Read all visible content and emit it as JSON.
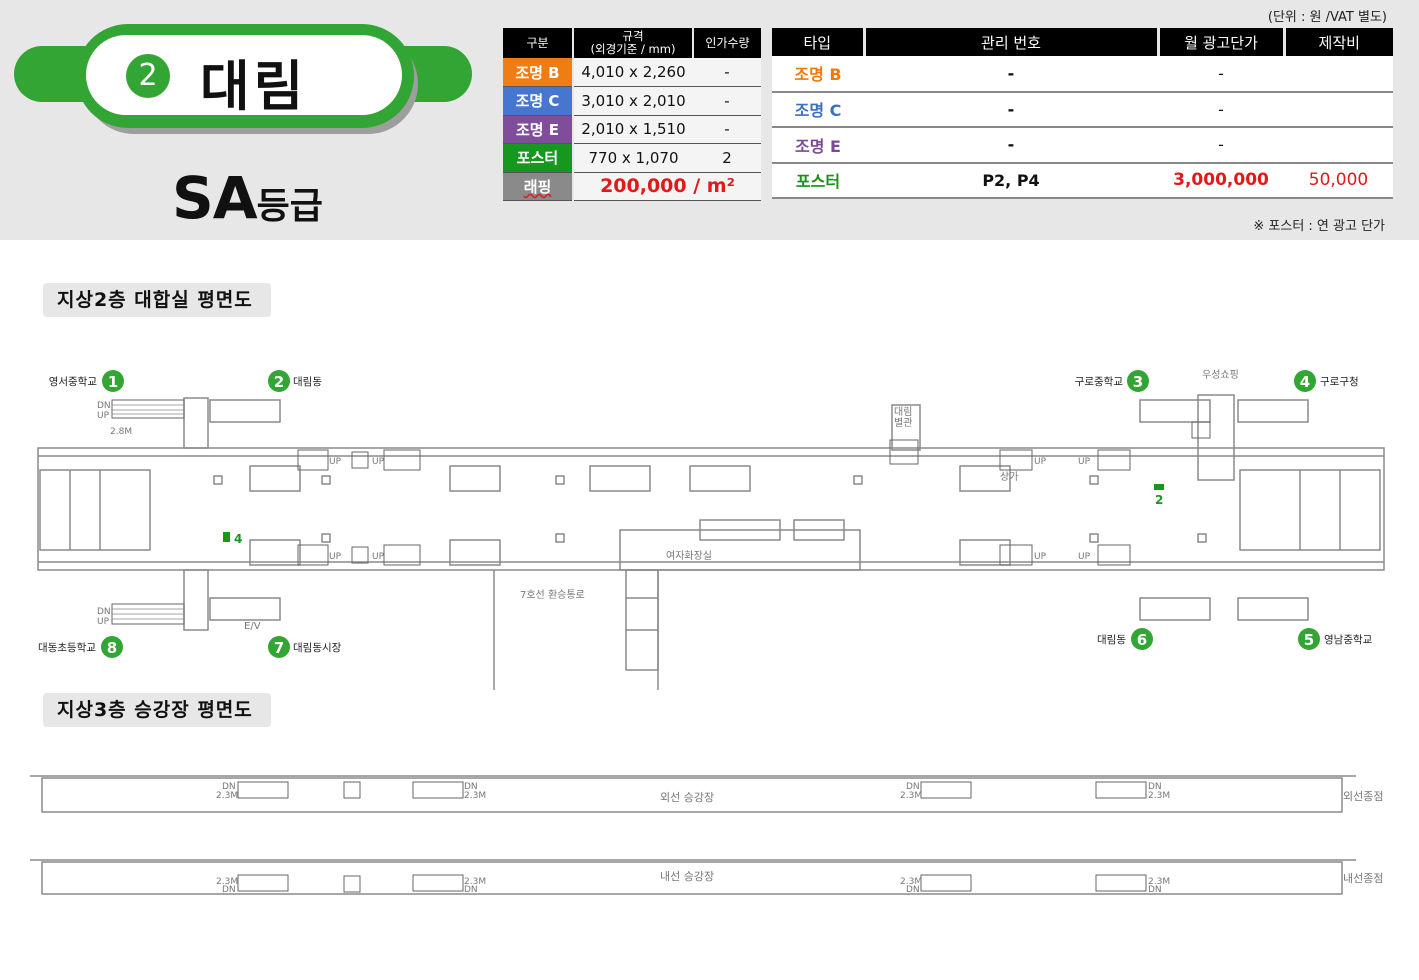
{
  "header": {
    "line_number": "2",
    "station_name": "대림",
    "grade_main": "SA",
    "grade_suffix": "등급",
    "unit_note": "(단위 : 원 /VAT 별도)",
    "poster_note": "※ 포스터 : 연 광고 단가"
  },
  "spec_table": {
    "headers": [
      "구분",
      "규격\n(외경기준 / mm)",
      "인가수량"
    ],
    "rows": [
      {
        "label": "조명 B",
        "size": "4,010 x 2,260",
        "qty": "-"
      },
      {
        "label": "조명 C",
        "size": "3,010 x 2,010",
        "qty": "-"
      },
      {
        "label": "조명 E",
        "size": "2,010 x 1,510",
        "qty": "-"
      },
      {
        "label": "포스터",
        "size": "770 x 1,070",
        "qty": "2"
      }
    ],
    "wrap_label": "래핑",
    "wrap_price": "200,000 / m²"
  },
  "price_table": {
    "headers": [
      "타입",
      "관리 번호",
      "월 광고단가",
      "제작비"
    ],
    "rows": [
      {
        "type": "조명 B",
        "code": "-",
        "price": "-",
        "cost": ""
      },
      {
        "type": "조명 C",
        "code": "-",
        "price": "-",
        "cost": ""
      },
      {
        "type": "조명 E",
        "code": "-",
        "price": "-",
        "cost": ""
      },
      {
        "type": "포스터",
        "code": "P2, P4",
        "price": "3,000,000",
        "cost": "50,000"
      }
    ]
  },
  "floor2": {
    "title": "지상2층 대합실 평면도",
    "exits": [
      {
        "num": "1",
        "name": "영서중학교"
      },
      {
        "num": "2",
        "name": "대림동"
      },
      {
        "num": "3",
        "name": "구로중학교"
      },
      {
        "num": "4",
        "name": "구로구청"
      },
      {
        "num": "5",
        "name": "영남중학교"
      },
      {
        "num": "6",
        "name": "대림동"
      },
      {
        "num": "7",
        "name": "대림동시장"
      },
      {
        "num": "8",
        "name": "대동초등학교"
      }
    ],
    "labels": {
      "woosung": "우성쇼핑",
      "daerim_annex": "대림\n별관",
      "toilet": "여자화장실",
      "transfer": "7호선 환승통로",
      "shop": "상가",
      "ev": "E/V",
      "dn": "DN",
      "up": "UP",
      "width": "2.8M",
      "poster2": "2",
      "poster4": "4"
    }
  },
  "floor3": {
    "title": "지상3층 승강장 평면도",
    "outer_platform": "외선 승강장",
    "inner_platform": "내선 승강장",
    "outer_end": "외선종점",
    "inner_end": "내선종점",
    "dn": "DN",
    "width": "2.3M"
  },
  "colors": {
    "line2_green": "#33a535",
    "light_b": "#f07c14",
    "light_c": "#4676d0",
    "light_e": "#7f4d9a",
    "poster": "#16981e",
    "price_red": "#e01919"
  }
}
